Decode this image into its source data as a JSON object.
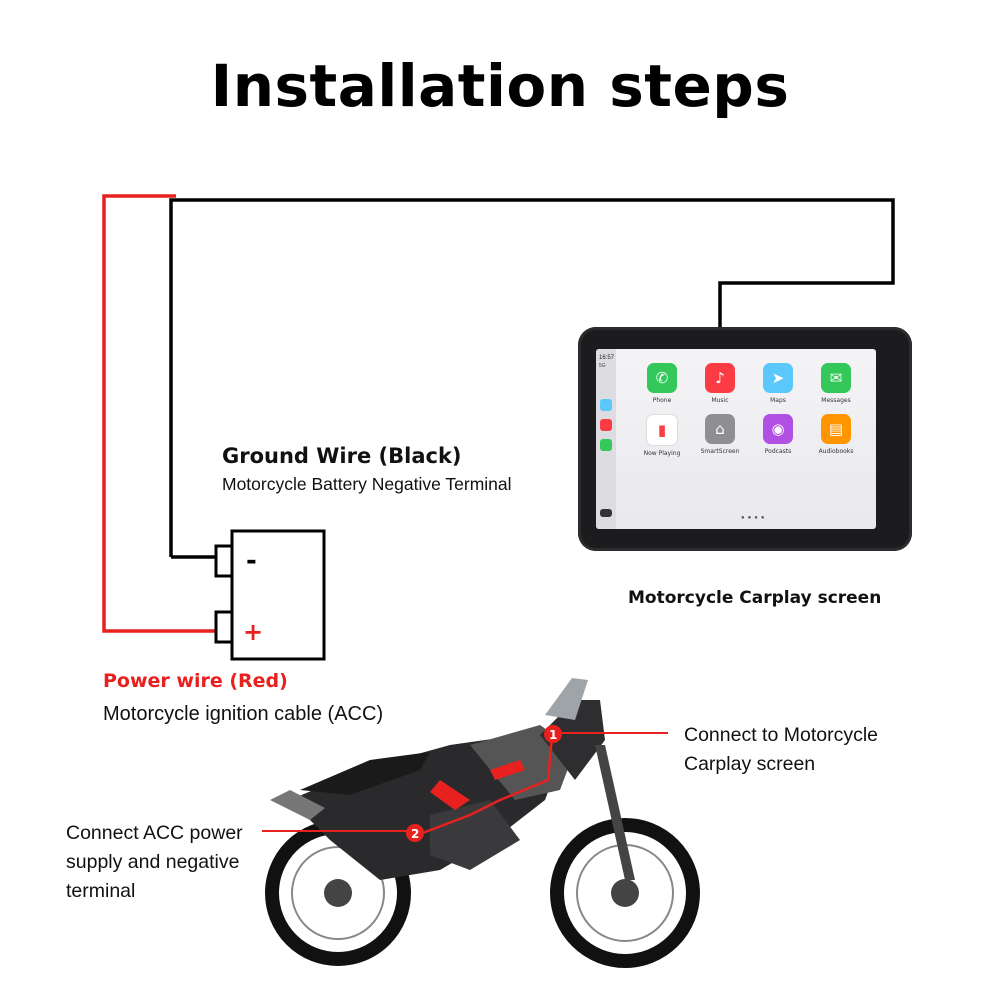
{
  "title": "Installation steps",
  "ground": {
    "title": "Ground Wire (Black)",
    "desc": "Motorcycle Battery Negative Terminal"
  },
  "power": {
    "title": "Power wire  (Red)",
    "desc": "Motorcycle ignition cable (ACC)"
  },
  "screen_caption": "Motorcycle Carplay screen",
  "battery": {
    "neg": "-",
    "pos": "+"
  },
  "callouts": {
    "screen": "Connect to Motorcycle Carplay screen",
    "acc": "Connect ACC power supply and negative terminal",
    "num1": "1",
    "num2": "2"
  },
  "carplay": {
    "time": "16:57",
    "signal": "5G",
    "apps": [
      {
        "label": "Phone",
        "icon": "phone-icon",
        "color": "#34c759",
        "glyph": "✆"
      },
      {
        "label": "Music",
        "icon": "music-icon",
        "color": "#fc3c44",
        "glyph": "♪"
      },
      {
        "label": "Maps",
        "icon": "maps-icon",
        "color": "#5ac8fa",
        "glyph": "➤"
      },
      {
        "label": "Messages",
        "icon": "messages-icon",
        "color": "#34c759",
        "glyph": "✉"
      },
      {
        "label": "Now Playing",
        "icon": "now-playing-icon",
        "color": "#ffffff",
        "glyph": "▮"
      },
      {
        "label": "SmartScreen",
        "icon": "smartscreen-icon",
        "color": "#8e8e93",
        "glyph": "⌂"
      },
      {
        "label": "Podcasts",
        "icon": "podcasts-icon",
        "color": "#b150e2",
        "glyph": "◉"
      },
      {
        "label": "Audiobooks",
        "icon": "audiobooks-icon",
        "color": "#ff9500",
        "glyph": "▤"
      }
    ]
  },
  "colors": {
    "red_wire": "#e8211f",
    "black_wire": "#000000",
    "accent_red": "#e8211f"
  }
}
